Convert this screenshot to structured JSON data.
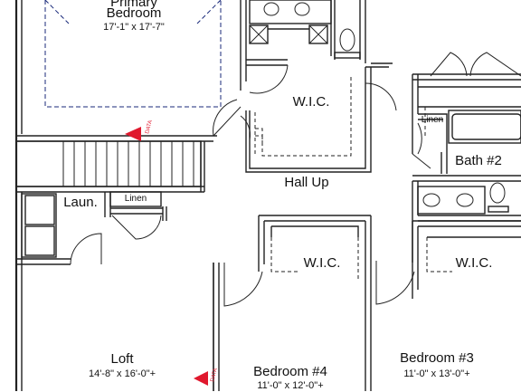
{
  "rooms": {
    "primary_bedroom": {
      "name_line1": "Primary",
      "name_line2": "Bedroom",
      "dims": "17'-1\" x 17'-7\""
    },
    "wic_primary": {
      "name": "W.I.C."
    },
    "hall_up": {
      "name": "Hall Up"
    },
    "linen_bath": {
      "name": "Linen"
    },
    "bath2": {
      "name": "Bath #2"
    },
    "laundry": {
      "name": "Laun."
    },
    "linen_laundry": {
      "name": "Linen"
    },
    "wic_bed4": {
      "name": "W.I.C."
    },
    "wic_bed3": {
      "name": "W.I.C."
    },
    "loft": {
      "name": "Loft",
      "dims": "14'-8\" x 16'-0\"+"
    },
    "bedroom4": {
      "name": "Bedroom #4",
      "dims": "11'-0\" x 12'-0\"+"
    },
    "bedroom3": {
      "name": "Bedroom #3",
      "dims": "11'-0\" x 13'-0\"+"
    }
  },
  "markers": {
    "data_label": "DATA",
    "color": "#e0182d"
  },
  "colors": {
    "wall": "#222222",
    "dashed_ceiling": "#1a2a7a",
    "dashed_line": "#555555"
  }
}
